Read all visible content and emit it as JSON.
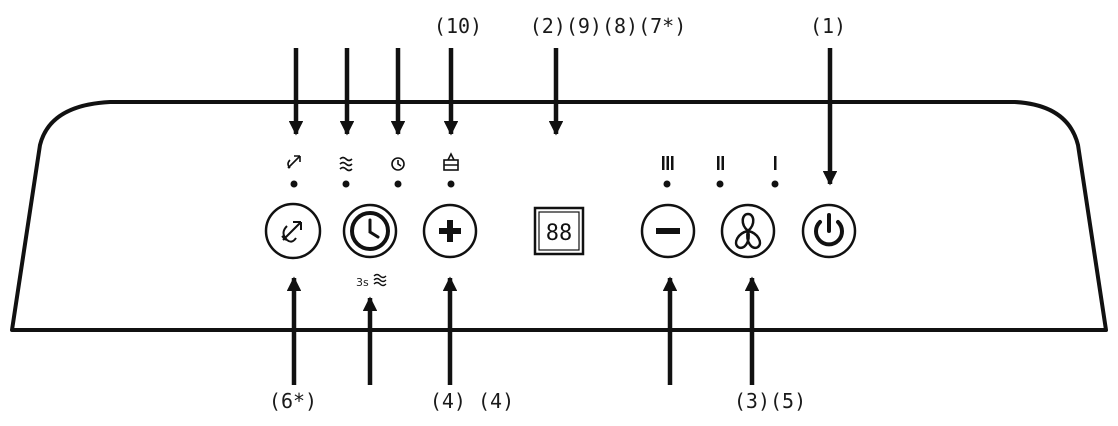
{
  "labels": {
    "top_timer": "(10)",
    "top_display": "(2)(9)(8)(7*)",
    "top_power": "(1)",
    "bottom_swing": "(6*)",
    "bottom_plus": "(4) (4)",
    "bottom_fan": "(3)(5)",
    "under_timer": "3s"
  },
  "display_text": "88",
  "colors": {
    "stroke": "#111111",
    "background": "#ffffff"
  }
}
